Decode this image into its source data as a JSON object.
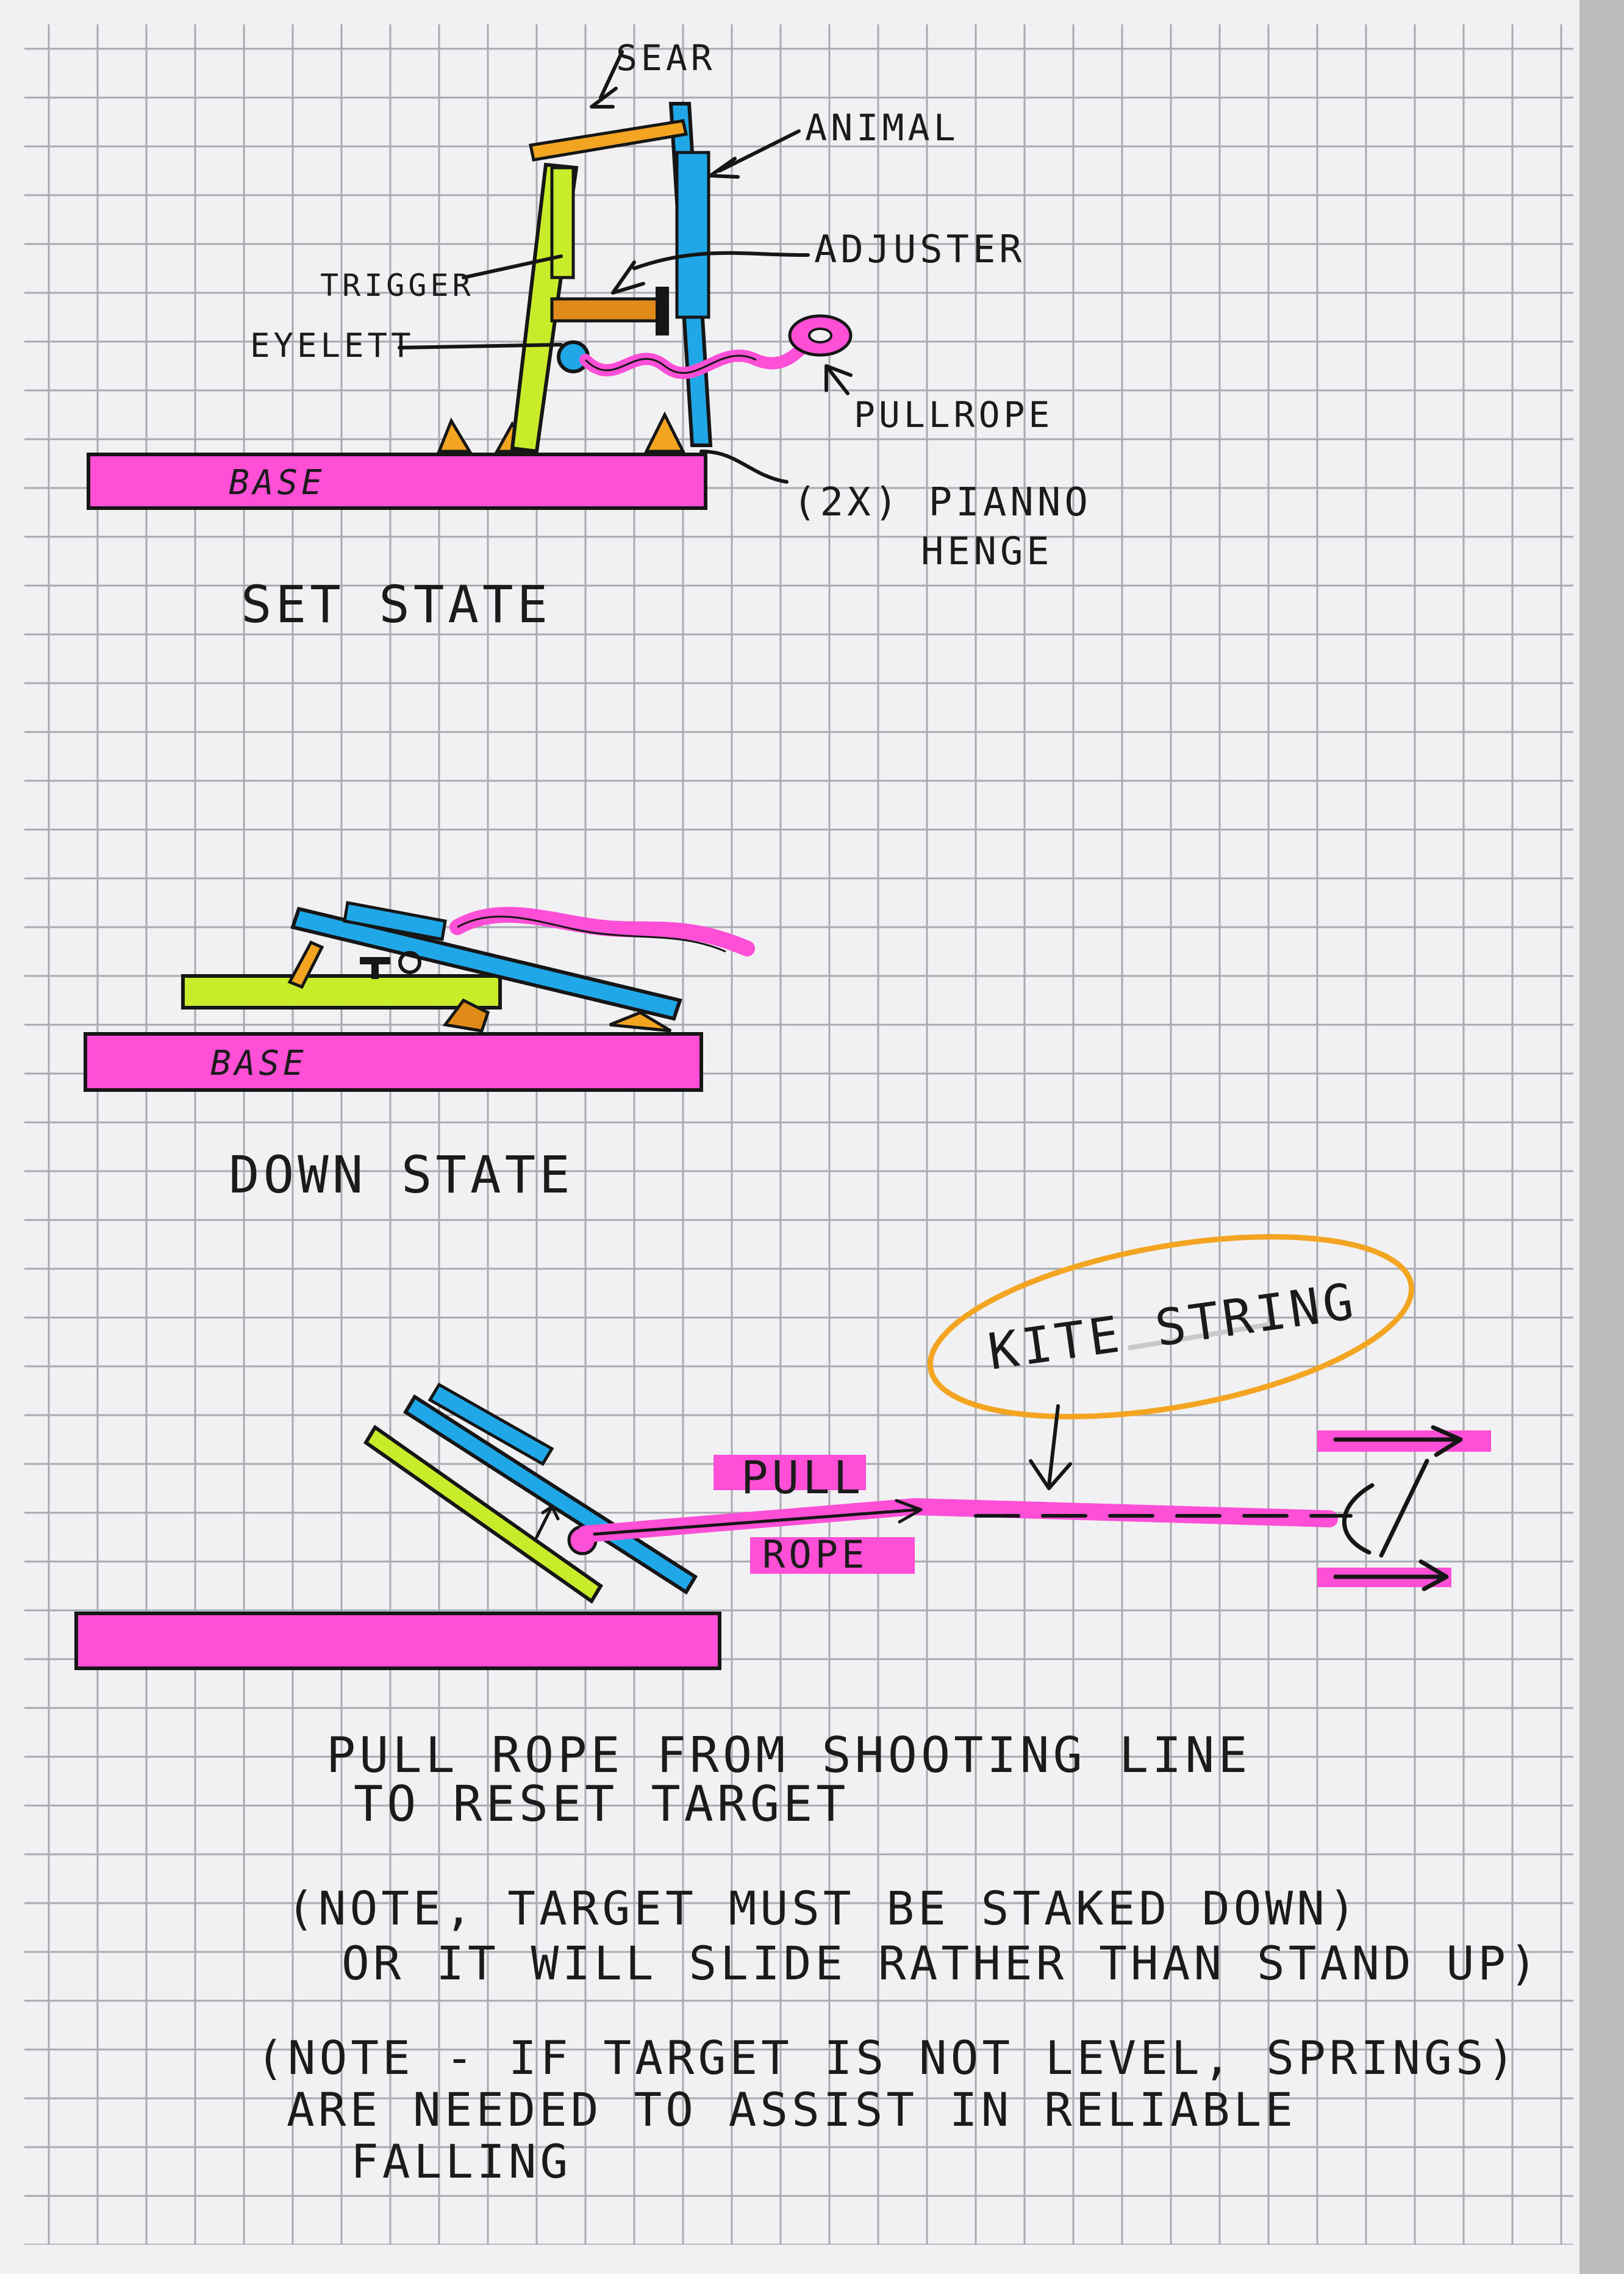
{
  "colors": {
    "paper": "#f1f1f3",
    "grid": "#a9abb2",
    "ink": "#161616",
    "base": "#ff4fd6",
    "trigger": "#c8ec2a",
    "animal": "#1fa7e8",
    "sear": "#f3a521",
    "kite_outline": "#f3a521"
  },
  "set_state": {
    "labels": {
      "sear": "SEAR",
      "animal": "ANIMAL",
      "trigger": "TRIGGER",
      "adjuster": "ADJUSTER",
      "eyelett": "EYELETT",
      "pullrope": "PULLROPE",
      "base": "BASE",
      "hinge_line1": "(2X) PIANNO",
      "hinge_line2": "HENGE"
    },
    "caption": "SET STATE"
  },
  "down_state": {
    "labels": {
      "base": "BASE"
    },
    "caption": "DOWN STATE"
  },
  "reset": {
    "kite": "KITE STRING",
    "pull": "PULL",
    "rope": "ROPE"
  },
  "notes": {
    "line1": "PULL ROPE FROM SHOOTING LINE",
    "line2": "TO RESET TARGET",
    "note1_line1": "(NOTE, TARGET MUST BE STAKED DOWN)",
    "note1_line2": "OR IT WILL SLIDE RATHER THAN STAND UP)",
    "note2_line1": "(NOTE - IF TARGET IS NOT LEVEL, SPRINGS)",
    "note2_line2": "ARE NEEDED TO ASSIST IN RELIABLE",
    "note2_line3": "FALLING"
  }
}
